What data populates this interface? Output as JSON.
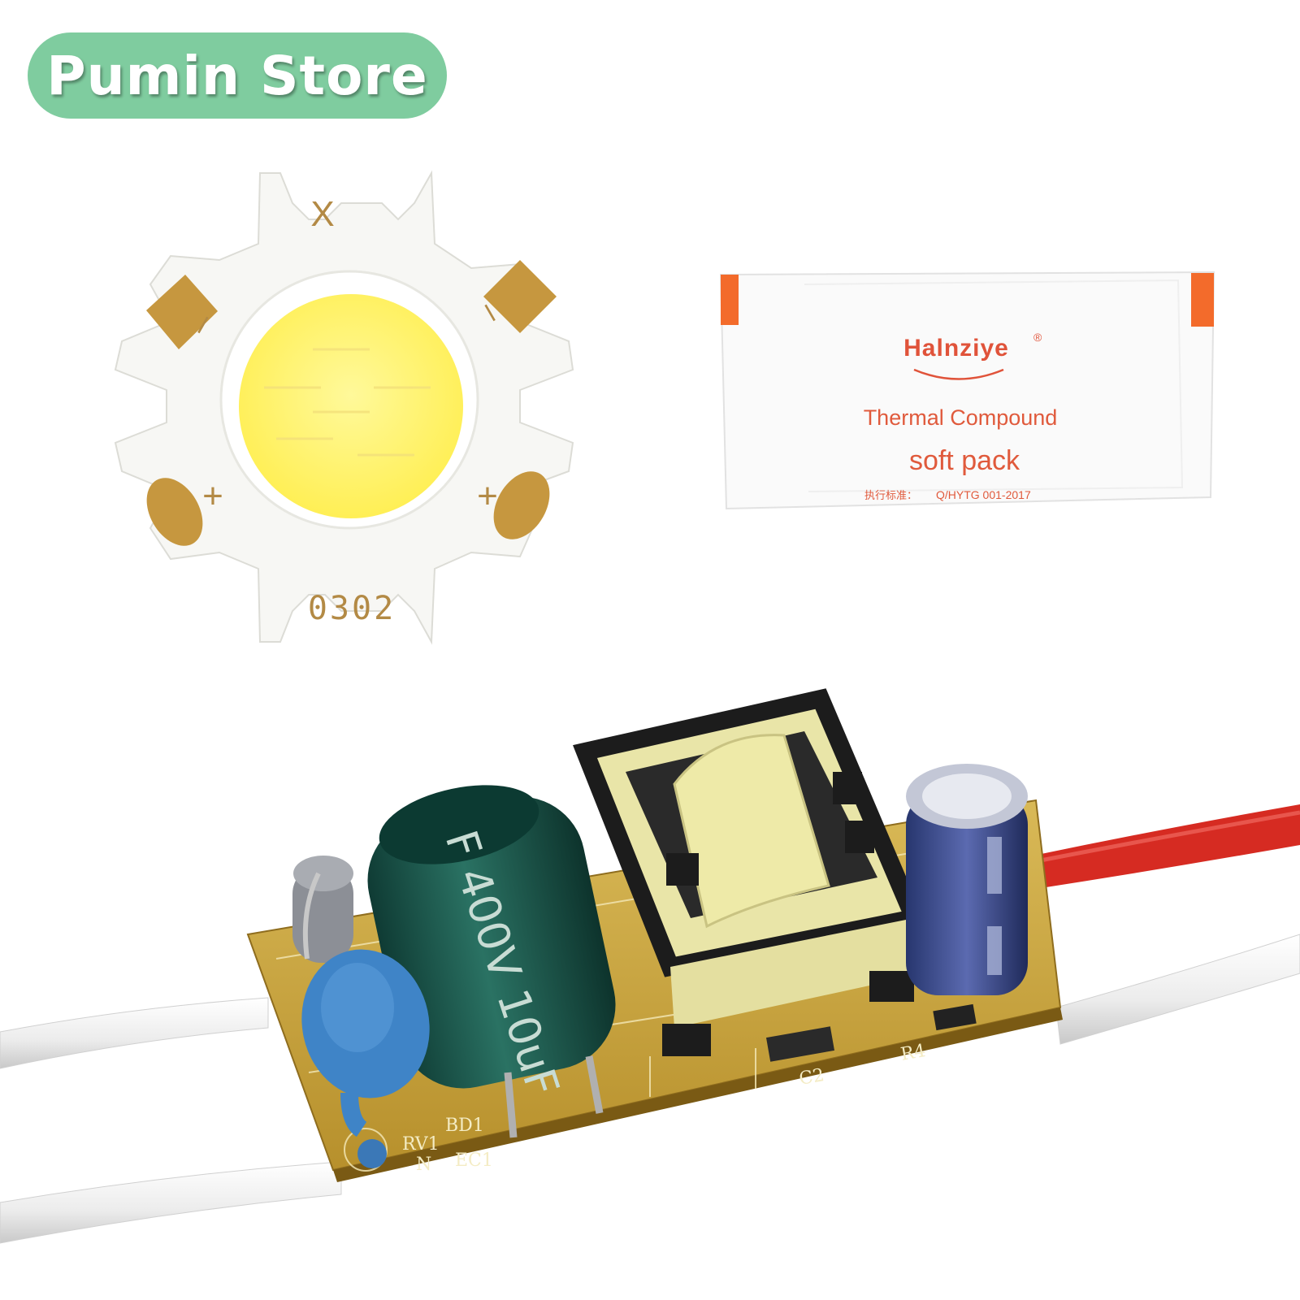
{
  "store": {
    "name": "Pumin Store",
    "badge_color": "#7fcc9f"
  },
  "cob_led": {
    "marks": {
      "top": "X",
      "minus_left": "–",
      "minus_right": "–",
      "plus_left": "+",
      "plus_right": "+"
    },
    "code": "0302",
    "emitter_color": "#fff476"
  },
  "thermal_pack": {
    "brand": "Halnziye",
    "registered": "®",
    "line1": "Thermal Compound",
    "line2": "soft pack",
    "standard_label": "执行标准：",
    "standard_code": "Q/HYTG 001-2017",
    "accent_color": "#f36b2b"
  },
  "driver_board": {
    "capacitor_label": "F 400V 10uF",
    "silkscreen": {
      "rv1": "RV1",
      "bd1": "BD1",
      "n": "N",
      "ec1": "EC1",
      "c2": "C2",
      "r4": "R4"
    },
    "wire_color": "#d62b22"
  }
}
